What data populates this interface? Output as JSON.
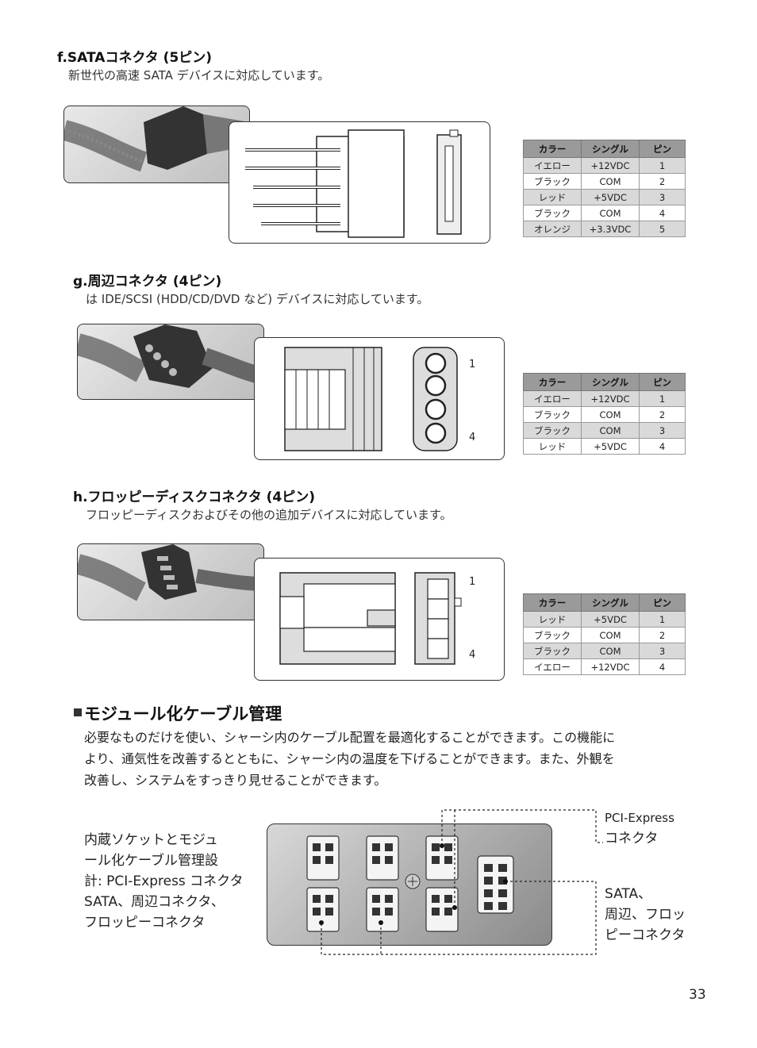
{
  "sections": {
    "f": {
      "title": "f.SATAコネクタ (5ピン)",
      "desc": "新世代の高速 SATA デバイスに対応しています。",
      "table": {
        "headers": [
          "カラー",
          "シングル",
          "ピン"
        ],
        "rows": [
          [
            "イエロー",
            "+12VDC",
            "1"
          ],
          [
            "ブラック",
            "COM",
            "2"
          ],
          [
            "レッド",
            "+5VDC",
            "3"
          ],
          [
            "ブラック",
            "COM",
            "4"
          ],
          [
            "オレンジ",
            "+3.3VDC",
            "5"
          ]
        ]
      }
    },
    "g": {
      "title": "g.周辺コネクタ (4ピン)",
      "desc": "は IDE/SCSI (HDD/CD/DVD など) デバイスに対応しています。",
      "pin_top": "1",
      "pin_bottom": "4",
      "table": {
        "headers": [
          "カラー",
          "シングル",
          "ピン"
        ],
        "rows": [
          [
            "イエロー",
            "+12VDC",
            "1"
          ],
          [
            "ブラック",
            "COM",
            "2"
          ],
          [
            "ブラック",
            "COM",
            "3"
          ],
          [
            "レッド",
            "+5VDC",
            "4"
          ]
        ]
      }
    },
    "h": {
      "title": "h.フロッピーディスクコネクタ (4ピン)",
      "desc": "フロッピーディスクおよびその他の追加デバイスに対応しています。",
      "pin_top": "1",
      "pin_bottom": "4",
      "table": {
        "headers": [
          "カラー",
          "シングル",
          "ピン"
        ],
        "rows": [
          [
            "レッド",
            "+5VDC",
            "1"
          ],
          [
            "ブラック",
            "COM",
            "2"
          ],
          [
            "ブラック",
            "COM",
            "3"
          ],
          [
            "イエロー",
            "+12VDC",
            "4"
          ]
        ]
      }
    }
  },
  "modular": {
    "title": "モジュール化ケーブル管理",
    "body": [
      "必要なものだけを使い、シャーシ内のケーブル配置を最適化することができます。この機能に",
      "より、通気性を改善するとともに、シャーシ内の温度を下げることができます。また、外観を",
      "改善し、システムをすっきり見せることができます。"
    ],
    "side_text": [
      "内蔵ソケットとモジュ",
      "ール化ケーブル管理設",
      "計: PCI-Express コネクタ",
      "SATA、周辺コネクタ、",
      "フロッピーコネクタ"
    ],
    "callout_pcie": [
      "PCI-Express",
      "コネクタ"
    ],
    "callout_sata": [
      "SATA、",
      "周辺、フロッ",
      "ピーコネクタ"
    ]
  },
  "page_number": "33",
  "colors": {
    "header_bg": "#9a9a9a",
    "row_shade": "#d9d9d9",
    "line": "#333333"
  }
}
